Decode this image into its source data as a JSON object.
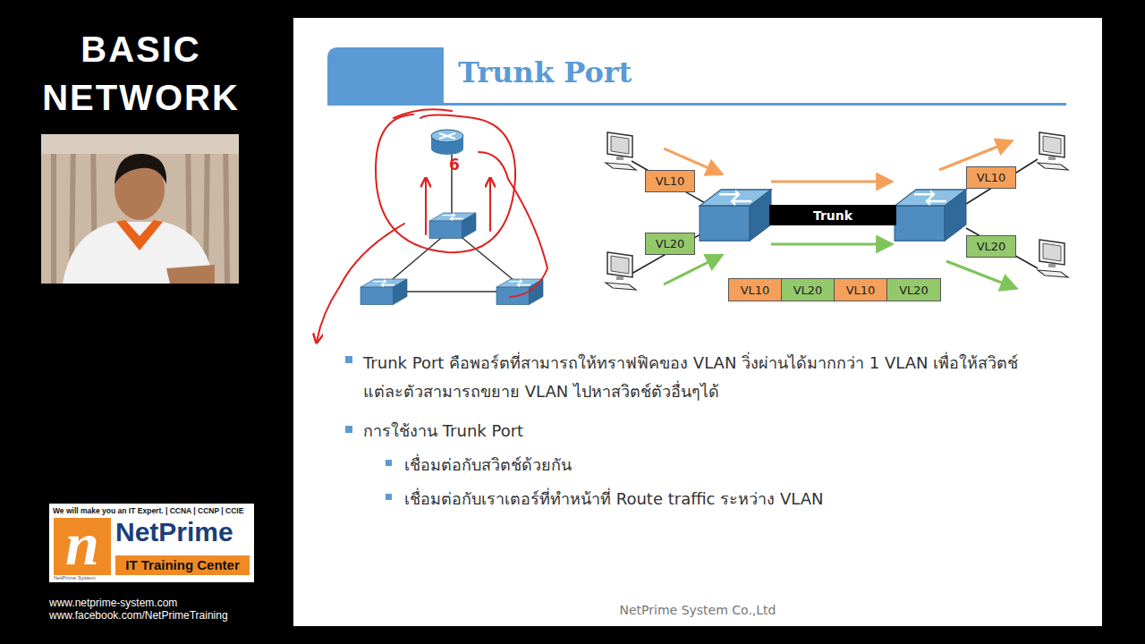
{
  "diagram": {
    "title": "Trunk Port",
    "nodes": [
      {
        "text": [
          "VL10"
        ]
      },
      {
        "text": [
          "VL20"
        ]
      },
      {
        "text": [
          "Trunk"
        ]
      },
      {
        "text": [
          "VL10"
        ]
      },
      {
        "text": [
          "VL20"
        ]
      },
      {
        "text": [
          "VL10"
        ]
      },
      {
        "text": [
          "VL20"
        ]
      },
      {
        "text": [
          "VL10"
        ]
      },
      {
        "text": [
          "VL20"
        ]
      },
      {
        "text": [
          "We will make you an IT Expert. | CCNA | CCNP | CCIE",
          "n",
          "NetPrime",
          "IT Training Center",
          "NetPrime System"
        ]
      }
    ],
    "labels": [
      "BASIC NETWORK",
      "6",
      "Trunk Port คือพอร์ตที่สามารถให้ทราฟฟิคของ VLAN วิ่งผ่านได้มากกว่า 1 VLAN เพื่อให้สวิตช์ แต่ละตัวสามารถขยาย VLAN ไปหาสวิตช์ตัวอื่นๆได้",
      "การใช้งาน Trunk Port",
      "เชื่อมต่อกับสวิตช์ด้วยกัน",
      "เชื่อมต่อกับเราเตอร์ที่ทำหน้าที่ Route traffic ระหว่าง VLAN",
      "NetPrime System Co.,Ltd",
      "www.netprime-system.com",
      "www.facebook.com/NetPrimeTraining"
    ]
  }
}
